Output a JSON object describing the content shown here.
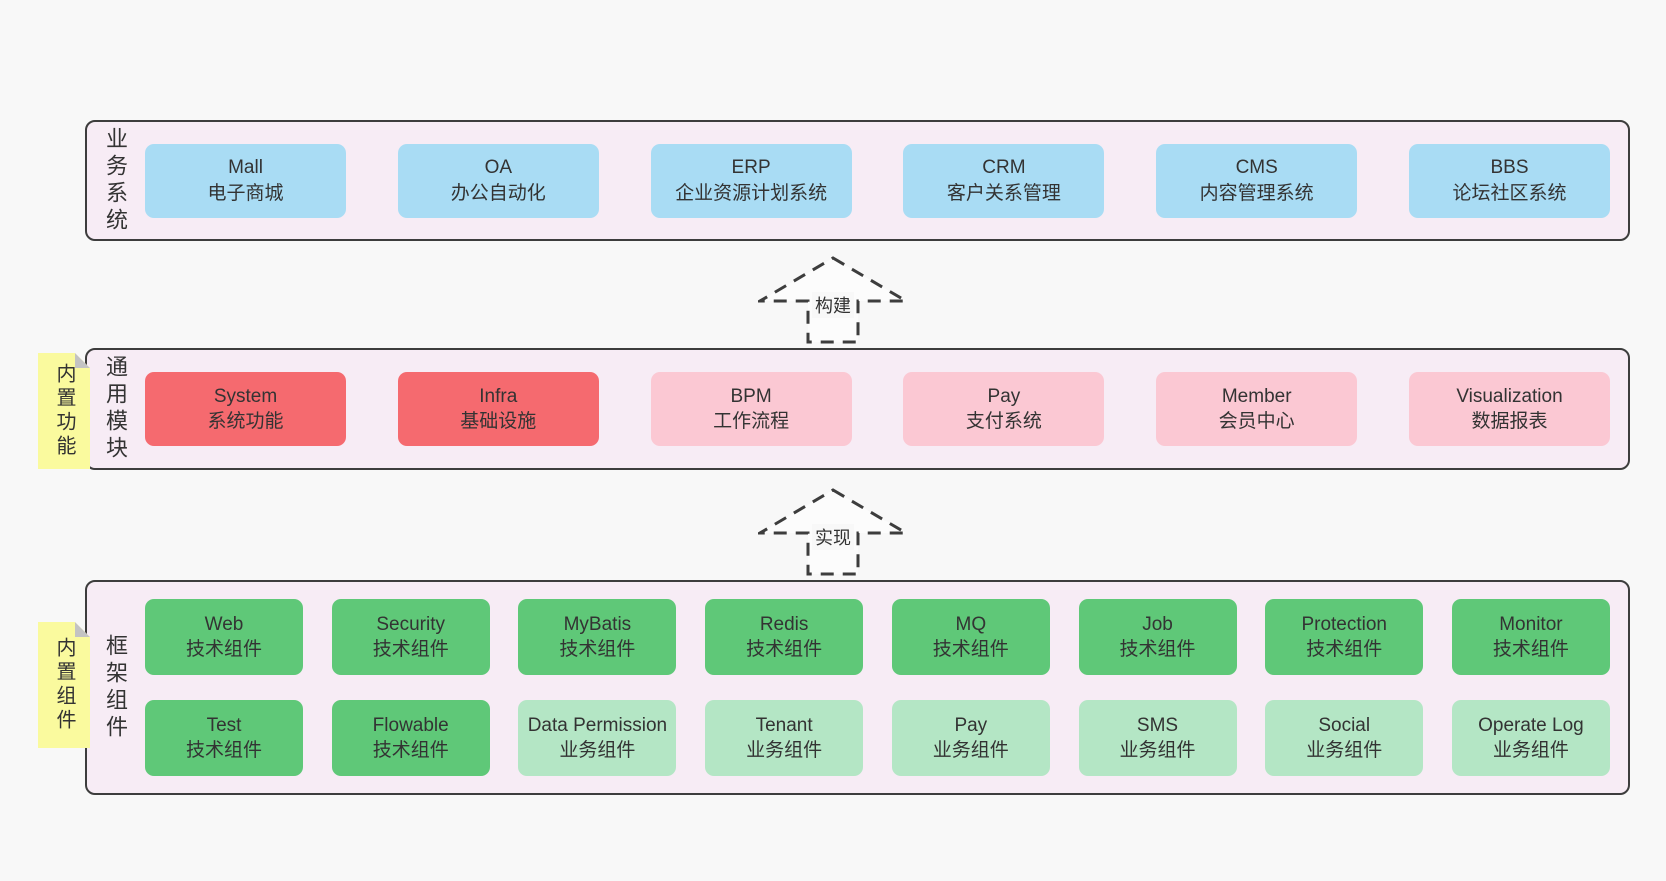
{
  "colors": {
    "page_bg": "#f8f8f8",
    "layer_bg": "#f7ecf5",
    "layer_border": "#3d3d3d",
    "blue_box": "#a9dcf4",
    "red_box": "#f56a6f",
    "pink_box": "#fbc8d3",
    "green_box": "#5fc878",
    "light_green_box": "#b4e6c5",
    "sticky_yellow": "#fafa9e",
    "sticky_fold": "#c3c3c3",
    "text": "#333333"
  },
  "arrows": [
    {
      "label": "构建"
    },
    {
      "label": "实现"
    }
  ],
  "layers": [
    {
      "label": "业务系统",
      "boxes": [
        {
          "name": "Mall",
          "desc": "电子商城",
          "variant": "blue"
        },
        {
          "name": "OA",
          "desc": "办公自动化",
          "variant": "blue"
        },
        {
          "name": "ERP",
          "desc": "企业资源计划系统",
          "variant": "blue"
        },
        {
          "name": "CRM",
          "desc": "客户关系管理",
          "variant": "blue"
        },
        {
          "name": "CMS",
          "desc": "内容管理系统",
          "variant": "blue"
        },
        {
          "name": "BBS",
          "desc": "论坛社区系统",
          "variant": "blue"
        }
      ]
    },
    {
      "label": "通用模块",
      "sticky": "内置功能",
      "boxes": [
        {
          "name": "System",
          "desc": "系统功能",
          "variant": "red"
        },
        {
          "name": "Infra",
          "desc": "基础设施",
          "variant": "red"
        },
        {
          "name": "BPM",
          "desc": "工作流程",
          "variant": "pink"
        },
        {
          "name": "Pay",
          "desc": "支付系统",
          "variant": "pink"
        },
        {
          "name": "Member",
          "desc": "会员中心",
          "variant": "pink"
        },
        {
          "name": "Visualization",
          "desc": "数据报表",
          "variant": "pink"
        }
      ]
    },
    {
      "label": "框架组件",
      "sticky": "内置组件",
      "rows": [
        [
          {
            "name": "Web",
            "desc": "技术组件",
            "variant": "green"
          },
          {
            "name": "Security",
            "desc": "技术组件",
            "variant": "green"
          },
          {
            "name": "MyBatis",
            "desc": "技术组件",
            "variant": "green"
          },
          {
            "name": "Redis",
            "desc": "技术组件",
            "variant": "green"
          },
          {
            "name": "MQ",
            "desc": "技术组件",
            "variant": "green"
          },
          {
            "name": "Job",
            "desc": "技术组件",
            "variant": "green"
          },
          {
            "name": "Protection",
            "desc": "技术组件",
            "variant": "green"
          },
          {
            "name": "Monitor",
            "desc": "技术组件",
            "variant": "green"
          }
        ],
        [
          {
            "name": "Test",
            "desc": "技术组件",
            "variant": "green"
          },
          {
            "name": "Flowable",
            "desc": "技术组件",
            "variant": "green"
          },
          {
            "name": "Data Permission",
            "desc": "业务组件",
            "variant": "lightgreen"
          },
          {
            "name": "Tenant",
            "desc": "业务组件",
            "variant": "lightgreen"
          },
          {
            "name": "Pay",
            "desc": "业务组件",
            "variant": "lightgreen"
          },
          {
            "name": "SMS",
            "desc": "业务组件",
            "variant": "lightgreen"
          },
          {
            "name": "Social",
            "desc": "业务组件",
            "variant": "lightgreen"
          },
          {
            "name": "Operate Log",
            "desc": "业务组件",
            "variant": "lightgreen"
          }
        ]
      ]
    }
  ]
}
